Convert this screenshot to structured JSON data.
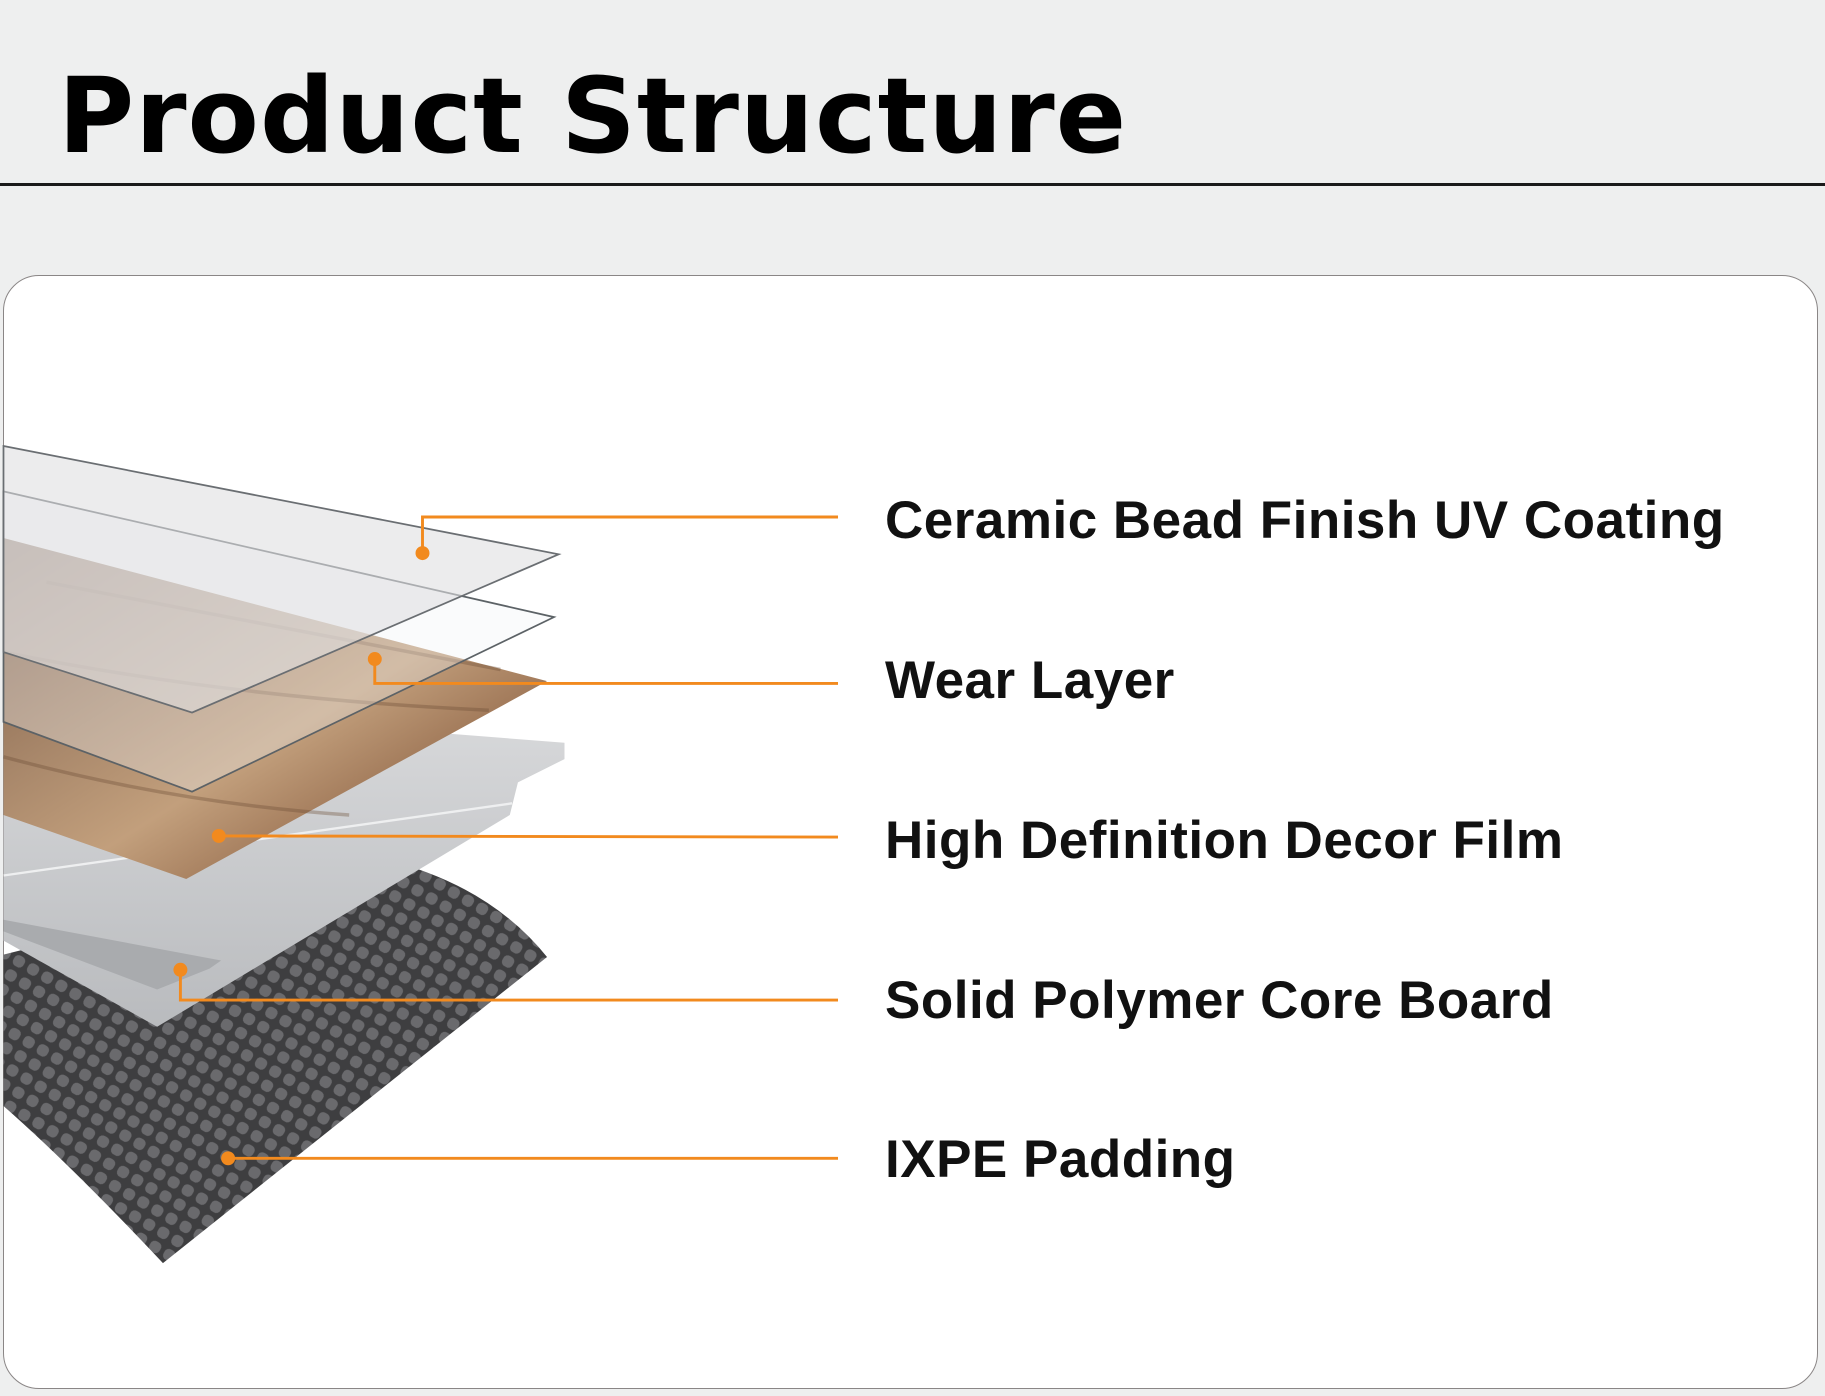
{
  "header": {
    "title": "Product Structure"
  },
  "layers": [
    {
      "label": "Ceramic Bead Finish UV Coating"
    },
    {
      "label": "Wear Layer"
    },
    {
      "label": "High Definition Decor Film"
    },
    {
      "label": "Solid Polymer Core Board"
    },
    {
      "label": "IXPE Padding"
    }
  ],
  "colors": {
    "accent": "#f28a1e",
    "wood": "#8a6448",
    "padding": "#4a4a4c",
    "core": "#c9cbce"
  }
}
